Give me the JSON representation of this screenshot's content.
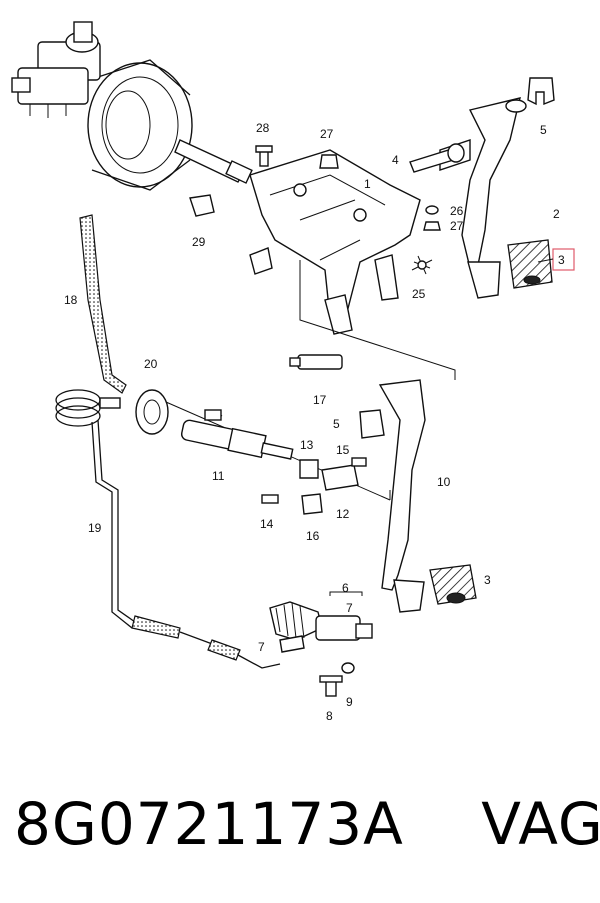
{
  "caption": {
    "part_number": "8G0721173A",
    "brand": "VAG"
  },
  "highlight_color": "#e05a6a",
  "callouts": [
    "1",
    "2",
    "3",
    "4",
    "5",
    "25",
    "26",
    "27",
    "28",
    "27",
    "29",
    "18",
    "20",
    "17",
    "5",
    "10",
    "11",
    "13",
    "15",
    "12",
    "14",
    "16",
    "19",
    "3",
    "6",
    "7",
    "7",
    "8",
    "9"
  ]
}
